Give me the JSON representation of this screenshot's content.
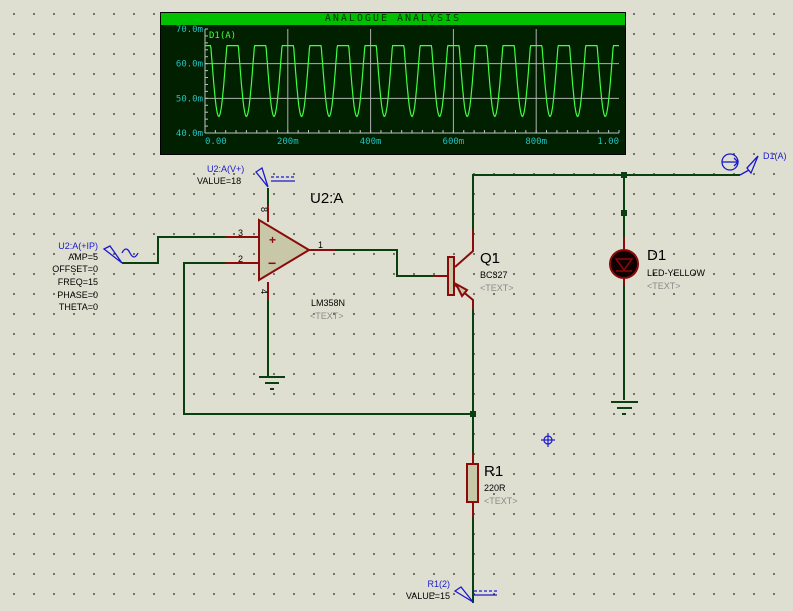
{
  "graph": {
    "title": "ANALOGUE ANALYSIS",
    "trace_label": "D1(A)"
  },
  "chart_data": {
    "type": "line",
    "title": "ANALOGUE ANALYSIS",
    "xlabel": "",
    "ylabel": "",
    "xlim": [
      0,
      1.0
    ],
    "ylim": [
      0.04,
      0.07
    ],
    "x_ticks": [
      "0.00",
      "200m",
      "400m",
      "600m",
      "800m",
      "1.00"
    ],
    "y_ticks": [
      "40.0m",
      "50.0m",
      "60.0m",
      "70.0m"
    ],
    "grid": true,
    "series": [
      {
        "name": "D1(A)",
        "description": "Clipped sine: 15 Hz, saturates at ~65.2m, troughs at ~44.8m",
        "frequency_hz": 15,
        "max": 0.0652,
        "min": 0.0448,
        "periods": 15
      }
    ],
    "legend": "top-left"
  },
  "components": {
    "opamp": {
      "ref": "U2:A",
      "part": "LM358N",
      "text": "<TEXT>",
      "pins": {
        "noninv": "3",
        "inv": "2",
        "out": "1",
        "vplus": "8",
        "vminus": "4"
      },
      "plus": "+",
      "minus": "−"
    },
    "transistor": {
      "ref": "Q1",
      "part": "BC327",
      "text": "<TEXT>"
    },
    "led": {
      "ref": "D1",
      "part": "LED-YELLOW",
      "text": "<TEXT>"
    },
    "resistor": {
      "ref": "R1",
      "part": "220R",
      "text": "<TEXT>"
    }
  },
  "generators": {
    "sine": {
      "name": "U2:A(+IP)",
      "params": [
        "AMP=5",
        "OFFSET=0",
        "FREQ=15",
        "PHASE=0",
        "THETA=0"
      ]
    },
    "vplus": {
      "name": "U2:A(V+)",
      "value": "VALUE=18"
    },
    "r1_supply": {
      "name": "R1(2)",
      "value": "VALUE=15"
    }
  },
  "probe": {
    "name": "D1(A)"
  },
  "colors": {
    "wire": "#0a4010",
    "component": "#8b0a0a",
    "component_fill": "#c8c8a8",
    "terminal": "#1a1acc",
    "trace": "#40ff40",
    "axis_text": "#20c0c0"
  }
}
